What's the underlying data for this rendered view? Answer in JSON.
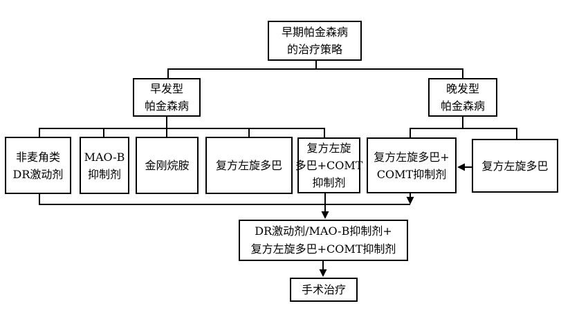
{
  "title": "早期帕金森病的治疗策略流程图",
  "colors": {
    "background": "#ffffff",
    "border": "#000000",
    "text": "#000000",
    "line": "#000000"
  },
  "nodes": {
    "root": {
      "lines": [
        "早期帕金森病",
        "的治疗策略"
      ]
    },
    "early_onset": {
      "lines": [
        "早发型",
        "帕金森病"
      ]
    },
    "late_onset": {
      "lines": [
        "晚发型",
        "帕金森病"
      ]
    },
    "non_ergot_dr": {
      "lines": [
        "非麦角类",
        "DR激动剂"
      ]
    },
    "mao_b": {
      "lines": [
        "MAO-B",
        "抑制剂"
      ]
    },
    "amantadine": {
      "lines": [
        "金刚烷胺"
      ]
    },
    "levodopa_early": {
      "lines": [
        "复方左旋多巴"
      ]
    },
    "levodopa_comt_early": {
      "lines": [
        "复方左旋",
        "多巴+COMT",
        "抑制剂"
      ]
    },
    "levodopa_comt_late": {
      "lines": [
        "复方左旋多巴+",
        "COMT抑制剂"
      ]
    },
    "levodopa_late": {
      "lines": [
        "复方左旋多巴"
      ]
    },
    "combination": {
      "lines": [
        "DR激动剂/MAO-B抑制剂+",
        "复方左旋多巴+COMT抑制剂"
      ]
    },
    "surgery": {
      "lines": [
        "手术治疗"
      ]
    }
  },
  "edges": [
    {
      "from": "root",
      "to": "early_onset",
      "arrow": false
    },
    {
      "from": "root",
      "to": "late_onset",
      "arrow": false
    },
    {
      "from": "early_onset",
      "to": "non_ergot_dr",
      "arrow": false
    },
    {
      "from": "early_onset",
      "to": "mao_b",
      "arrow": false
    },
    {
      "from": "early_onset",
      "to": "amantadine",
      "arrow": false
    },
    {
      "from": "early_onset",
      "to": "levodopa_early",
      "arrow": false
    },
    {
      "from": "early_onset",
      "to": "levodopa_comt_early",
      "arrow": false
    },
    {
      "from": "late_onset",
      "to": "levodopa_comt_late",
      "arrow": false
    },
    {
      "from": "late_onset",
      "to": "levodopa_late",
      "arrow": false
    },
    {
      "from": "levodopa_late",
      "to": "levodopa_comt_late",
      "arrow": true
    },
    {
      "from": "non_ergot_dr",
      "to": "combination",
      "arrow": false
    },
    {
      "from": "levodopa_comt_late",
      "to": "combination",
      "arrow": true
    },
    {
      "from": "levodopa_comt_early",
      "to": "combination",
      "arrow": true
    },
    {
      "from": "combination",
      "to": "surgery",
      "arrow": true
    }
  ]
}
